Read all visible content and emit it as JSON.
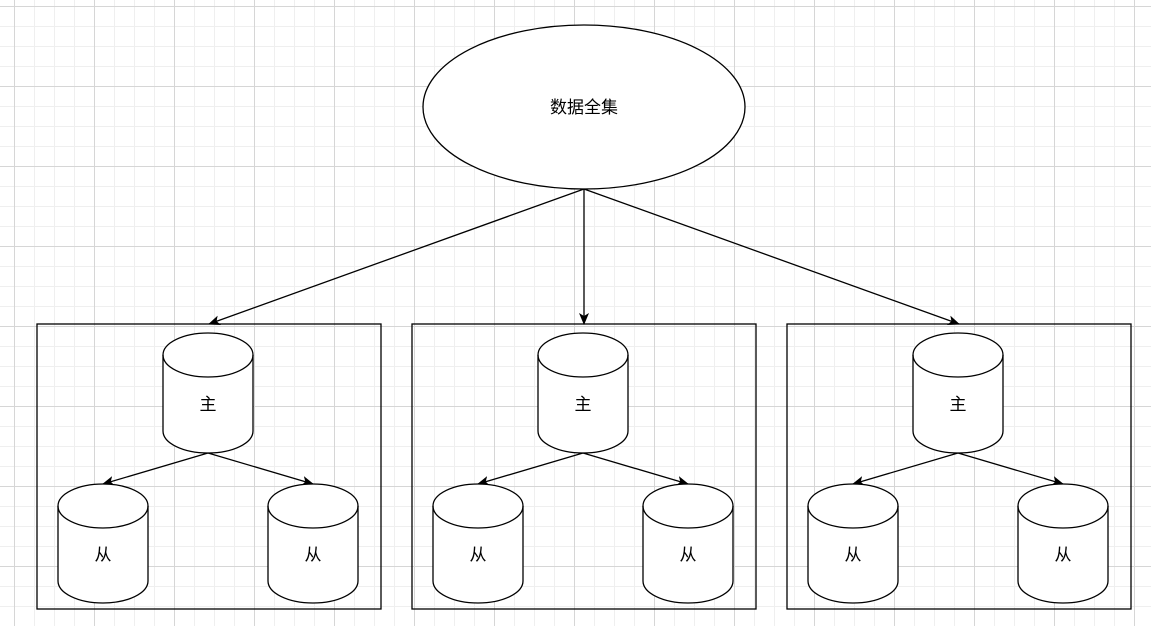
{
  "root": {
    "label": "数据全集"
  },
  "groups": [
    {
      "master": "主",
      "slaves": [
        "从",
        "从"
      ]
    },
    {
      "master": "主",
      "slaves": [
        "从",
        "从"
      ]
    },
    {
      "master": "主",
      "slaves": [
        "从",
        "从"
      ]
    }
  ],
  "colors": {
    "stroke": "#000000",
    "fill": "#ffffff",
    "grid_major": "#d6d6d6",
    "grid_minor": "#efefef"
  }
}
